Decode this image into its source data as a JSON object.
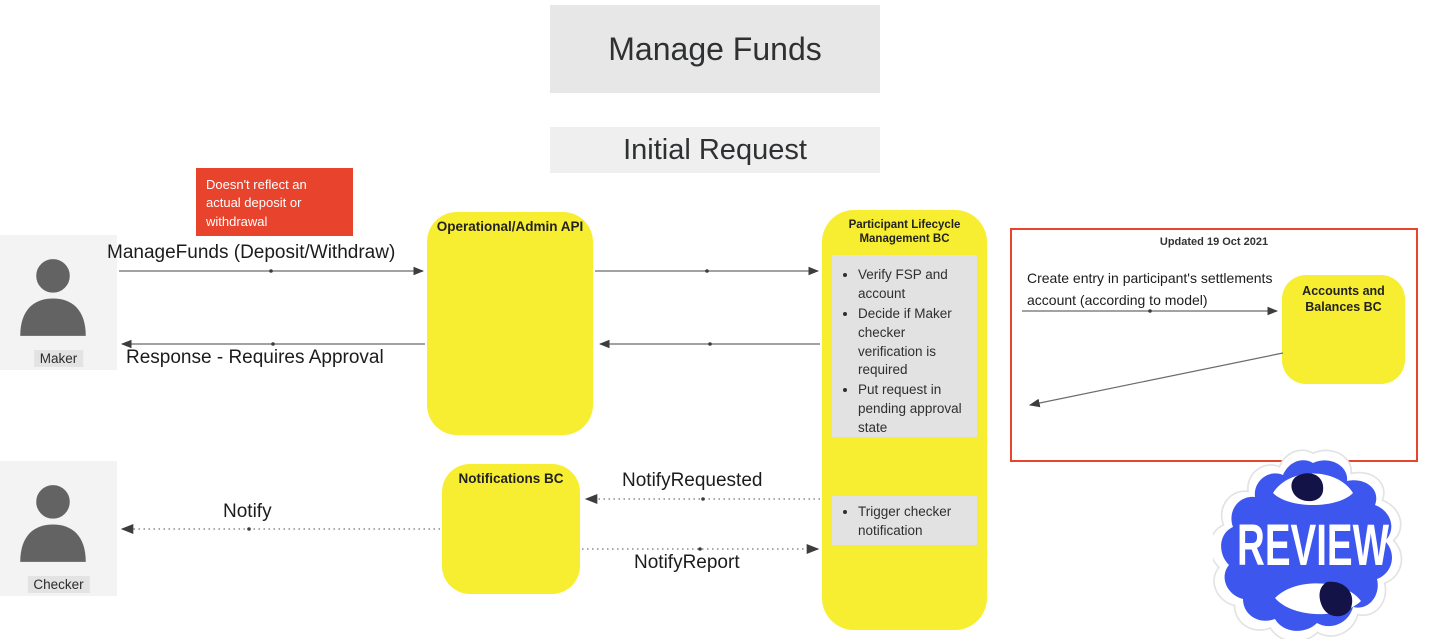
{
  "colors": {
    "component_yellow": "#f8ee31",
    "note_red": "#e8432c",
    "review_border_red": "#e8432c",
    "task_gray": "#e2e2e2",
    "title_gray": "#e7e7e7",
    "subtitle_gray": "#efefef",
    "actor_bg_gray": "#f3f3f3",
    "actor_icon_gray": "#636363",
    "stamp_blue": "#3d56ee",
    "stamp_pupil_navy": "#131347"
  },
  "titles": {
    "main": "Manage Funds",
    "sub": "Initial Request"
  },
  "note": {
    "text": "Doesn't reflect an actual deposit or withdrawal"
  },
  "actors": {
    "maker": {
      "label": "Maker"
    },
    "checker": {
      "label": "Checker"
    }
  },
  "components": {
    "op_api": {
      "title": "Operational/Admin API"
    },
    "plm": {
      "title": "Participant Lifecycle Management BC",
      "tasks": [
        "Verify FSP and account",
        "Decide if Maker checker verification is required",
        "Put request in pending approval state"
      ],
      "tasks2": [
        "Trigger checker notification"
      ]
    },
    "notifications": {
      "title": "Notifications BC"
    },
    "accounts_balances": {
      "title": "Accounts and Balances BC"
    }
  },
  "messages": {
    "manage_funds": "ManageFunds (Deposit/Withdraw)",
    "response": "Response - Requires Approval",
    "notify_requested": "NotifyRequested",
    "notify_report": "NotifyReport",
    "notify": "Notify",
    "create_entry": "Create entry in participant's settlements account (according to model)"
  },
  "review_panel": {
    "updated": "Updated 19 Oct 2021"
  },
  "stamp": {
    "text": "REVIEW"
  }
}
